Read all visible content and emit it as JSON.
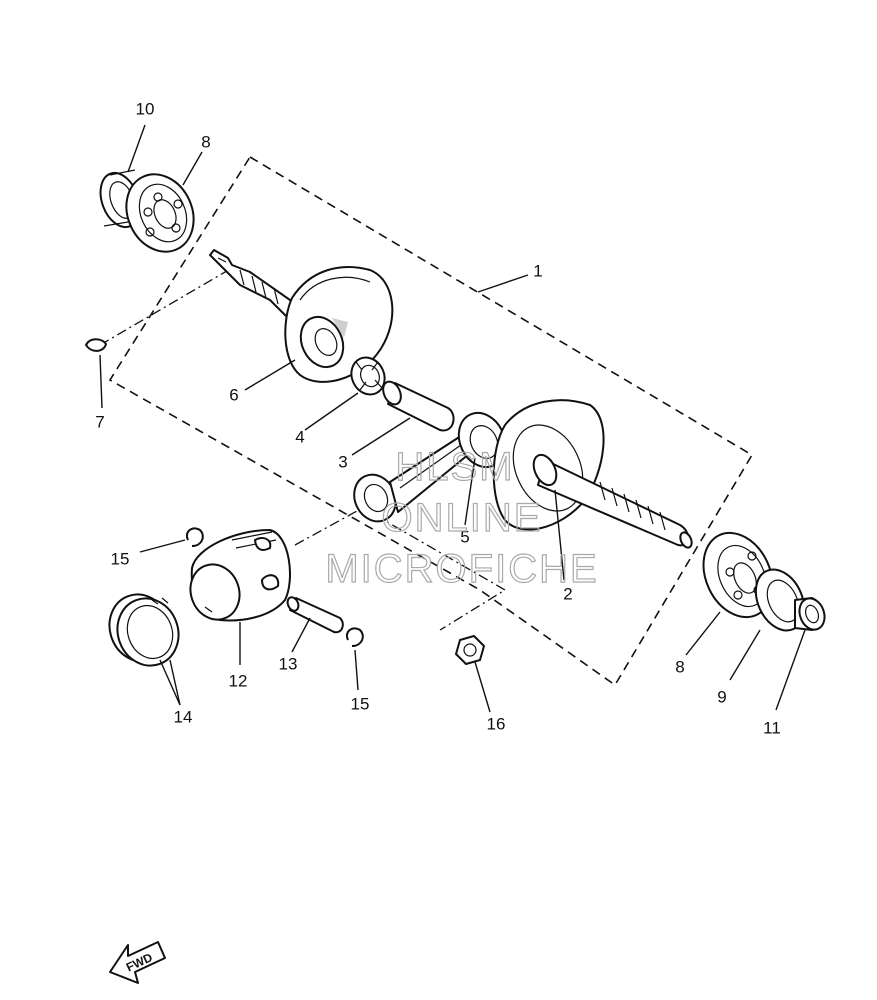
{
  "diagram": {
    "watermark": {
      "line1": "HLSM",
      "line2": "ONLINE",
      "line3": "MICROFICHE"
    },
    "direction_badge": "FWD",
    "callouts": [
      {
        "id": "label-1",
        "text": "1"
      },
      {
        "id": "label-2",
        "text": "2"
      },
      {
        "id": "label-3",
        "text": "3"
      },
      {
        "id": "label-4",
        "text": "4"
      },
      {
        "id": "label-5",
        "text": "5"
      },
      {
        "id": "label-6",
        "text": "6"
      },
      {
        "id": "label-7",
        "text": "7"
      },
      {
        "id": "label-8a",
        "text": "8"
      },
      {
        "id": "label-8b",
        "text": "8"
      },
      {
        "id": "label-9",
        "text": "9"
      },
      {
        "id": "label-10",
        "text": "10"
      },
      {
        "id": "label-11",
        "text": "11"
      },
      {
        "id": "label-12",
        "text": "12"
      },
      {
        "id": "label-13",
        "text": "13"
      },
      {
        "id": "label-14",
        "text": "14"
      },
      {
        "id": "label-15a",
        "text": "15"
      },
      {
        "id": "label-15b",
        "text": "15"
      },
      {
        "id": "label-16",
        "text": "16"
      }
    ]
  }
}
